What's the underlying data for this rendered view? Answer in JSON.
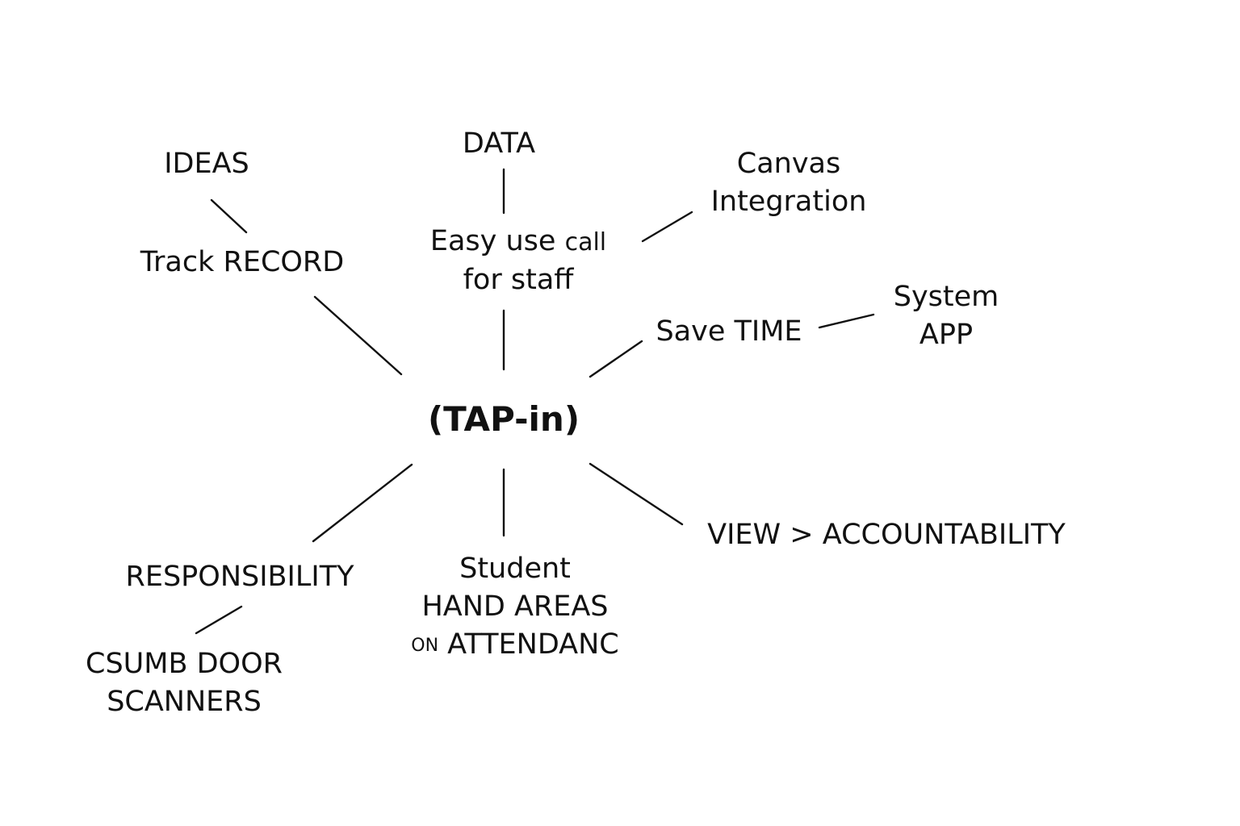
{
  "center": "(TAP-in)",
  "nodes": {
    "ideas": "IDEAS",
    "track_record": "Track RECORD",
    "data": "DATA",
    "easy_use_part1": "Easy use",
    "easy_use_part2": "call",
    "easy_use_line2": "for staff",
    "canvas_line1": "Canvas",
    "canvas_line2": "Integration",
    "save_time": "Save TIME",
    "system_line1": "System",
    "system_line2": "APP",
    "view_accountability": "VIEW > ACCOUNTABILITY",
    "responsibility": "RESPONSIBILITY",
    "csumb_line1": "CSUMB DOOR",
    "csumb_line2": "SCANNERS",
    "student_line1": "Student",
    "student_line2": "HAND AREAS",
    "student_line3_small": "ON",
    "student_line3": "ATTENDANC"
  },
  "colors": {
    "ink": "#111111",
    "background": "#ffffff"
  }
}
